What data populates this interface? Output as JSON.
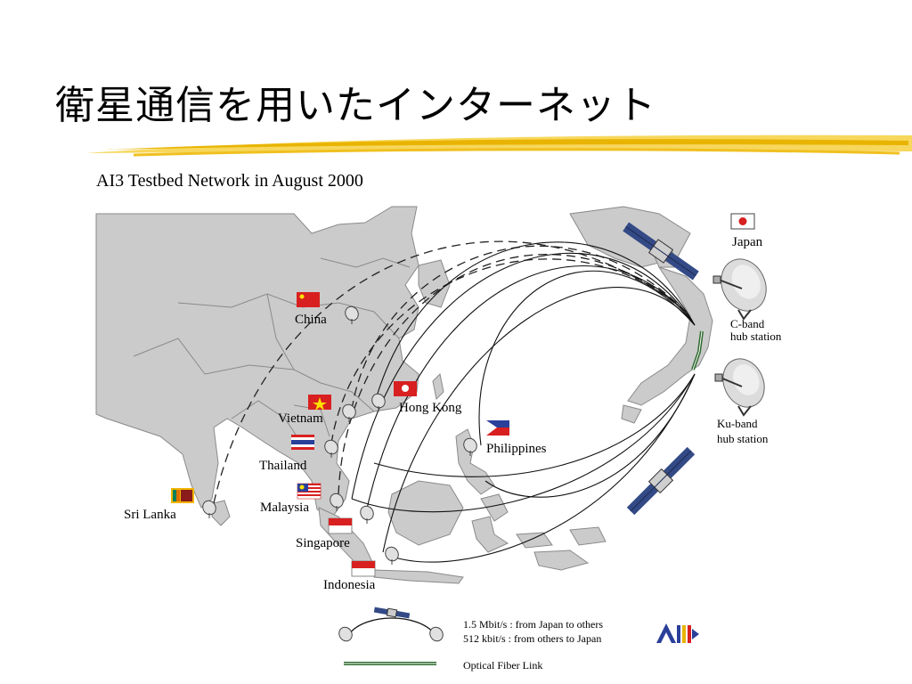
{
  "slide_title": "衛星通信を用いたインターネット",
  "figure_title": "AI3 Testbed Network in August 2000",
  "countries": {
    "china": "China",
    "vietnam": "Vietnam",
    "hong_kong": "Hong Kong",
    "philippines": "Philippines",
    "thailand": "Thailand",
    "malaysia": "Malaysia",
    "sri_lanka": "Sri Lanka",
    "singapore": "Singapore",
    "indonesia": "Indonesia",
    "japan": "Japan"
  },
  "stations": {
    "c_band": [
      "C-band",
      "hub station"
    ],
    "ku_band": [
      "Ku-band",
      "hub station"
    ]
  },
  "legend": {
    "line1": "1.5 Mbit/s : from Japan to others",
    "line2": "512 kbit/s  : from others to Japan",
    "fiber": "Optical Fiber Link",
    "logo_text": "AI3"
  },
  "colors": {
    "land": "#c9c9c9",
    "borders": "#888888",
    "underline": "#f2c40a",
    "fiber": "#2f6b2f",
    "satellite_panel": "#334a86"
  }
}
